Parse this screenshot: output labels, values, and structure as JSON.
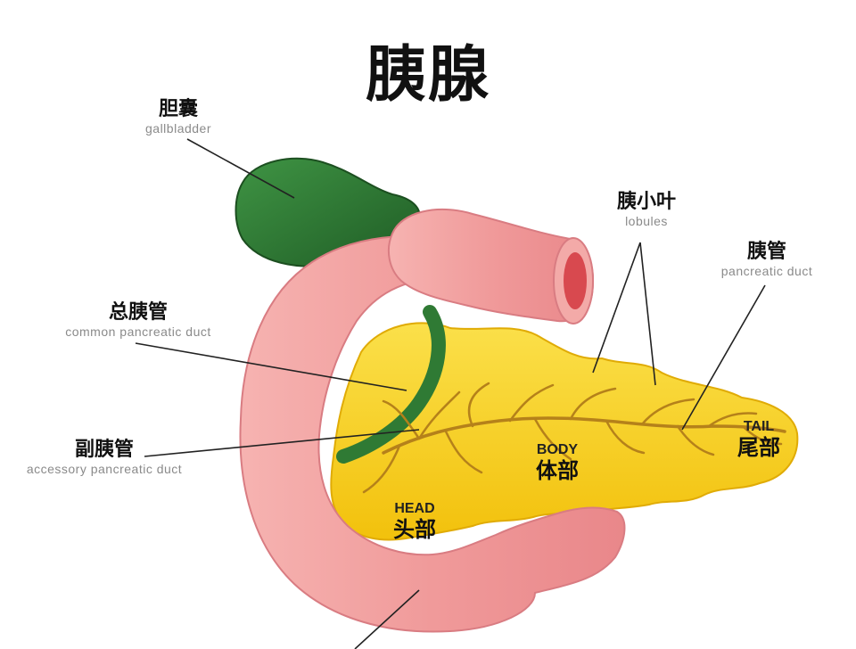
{
  "title": "胰腺",
  "labels": {
    "gallbladder": {
      "zh": "胆囊",
      "en": "gallbladder"
    },
    "lobules": {
      "zh": "胰小叶",
      "en": "lobules"
    },
    "pancreatic_duct": {
      "zh": "胰管",
      "en": "pancreatic duct"
    },
    "common_duct": {
      "zh": "总胰管",
      "en": "common pancreatic duct"
    },
    "accessory_duct": {
      "zh": "副胰管",
      "en": "accessory pancreatic duct"
    }
  },
  "regions": {
    "head": {
      "en": "HEAD",
      "zh": "头部"
    },
    "body": {
      "en": "BODY",
      "zh": "体部"
    },
    "tail": {
      "en": "TAIL",
      "zh": "尾部"
    }
  },
  "colors": {
    "gallbladder": "#2f7a34",
    "pancreas": "#f8d423",
    "duodenum": "#f2a0a0",
    "duct": "#b5811a",
    "leader_line": "#222222"
  }
}
